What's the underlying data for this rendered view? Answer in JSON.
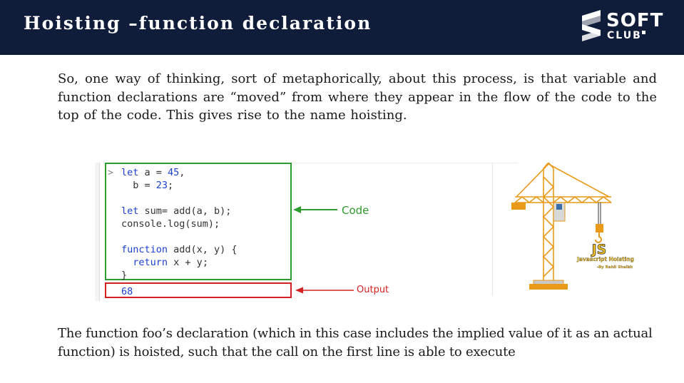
{
  "header": {
    "title": "Hoisting –function declaration",
    "logo_primary": "SOFT",
    "logo_secondary": "CLUB"
  },
  "intro_paragraph": "So, one way of thinking, sort of metaphorically, about this process, is that variable and function declarations are “moved” from where they appear in the flow of the code to the top of the code. This gives rise to the name hoisting.",
  "code_screenshot": {
    "prompt": ">",
    "lines": [
      [
        "let",
        " a = ",
        "45",
        ","
      ],
      [
        "",
        "  b = ",
        "23",
        ";"
      ],
      [],
      [
        "let",
        " sum= add(a, b);",
        "",
        ""
      ],
      [
        "",
        "console.log(sum);",
        "",
        ""
      ],
      [],
      [
        "function",
        " add(x, y) {",
        "",
        ""
      ],
      [
        "",
        "  ",
        "return",
        " x + y;"
      ],
      [
        "",
        "}",
        "",
        ""
      ]
    ],
    "output_value": "68",
    "code_label": "Code",
    "output_label": "Output"
  },
  "illustration": {
    "badge": "JS",
    "caption": "Javascript Hoisting",
    "credit": "-By Rahil Shaikh"
  },
  "closing_paragraph": "The function foo’s declaration (which in this case includes the implied value of it as an actual function) is hoisted, such that the call on the first line is able to execute",
  "colors": {
    "header_bg": "#0f1c3a",
    "code_box": "#2e9b2e",
    "output_box": "#d42020",
    "keyword": "#1b3fd1",
    "crane": "#f0a020"
  }
}
